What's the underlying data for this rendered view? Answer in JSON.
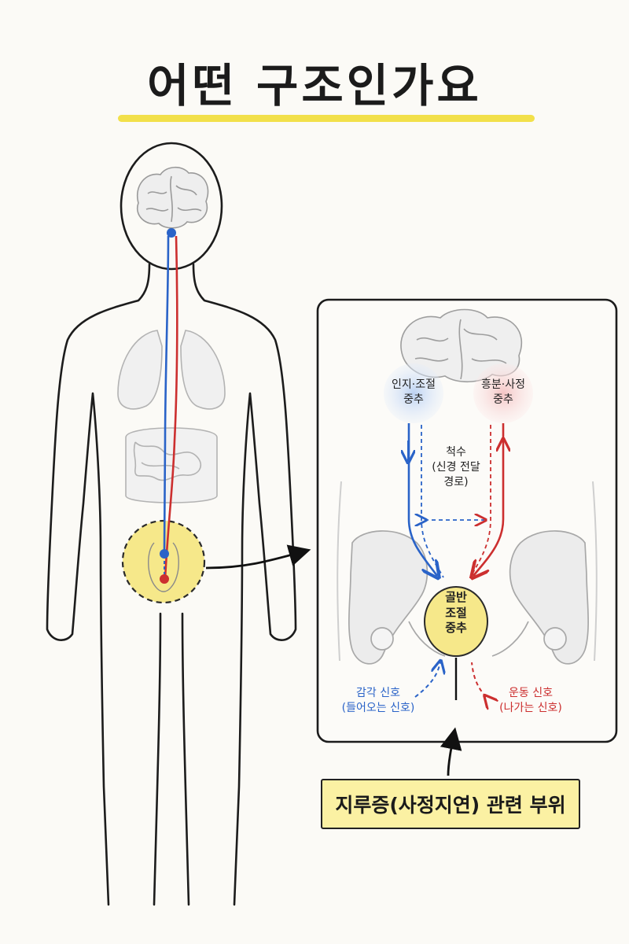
{
  "title": "어떤 구조인가요",
  "inset": {
    "left_center": {
      "line1": "인지·조절",
      "line2": "중추"
    },
    "right_center": {
      "line1": "흥분·사정",
      "line2": "중추"
    },
    "spinal": {
      "line1": "척수",
      "line2": "(신경 전달",
      "line3": "경로)"
    },
    "pelvic_center": {
      "line1": "골반",
      "line2": "조절",
      "line3": "중추"
    },
    "sensory": {
      "line1": "감각 신호",
      "line2": "(들어오는 신호)"
    },
    "motor": {
      "line1": "운동 신호",
      "line2": "(나가는 신호)"
    }
  },
  "bottom_label": "지루증(사정지연) 관련 부위",
  "colors": {
    "sensory": "#2a63c8",
    "motor": "#cc2f2f",
    "highlight": "#f6e88a",
    "label_bg": "#fbf1a3"
  }
}
